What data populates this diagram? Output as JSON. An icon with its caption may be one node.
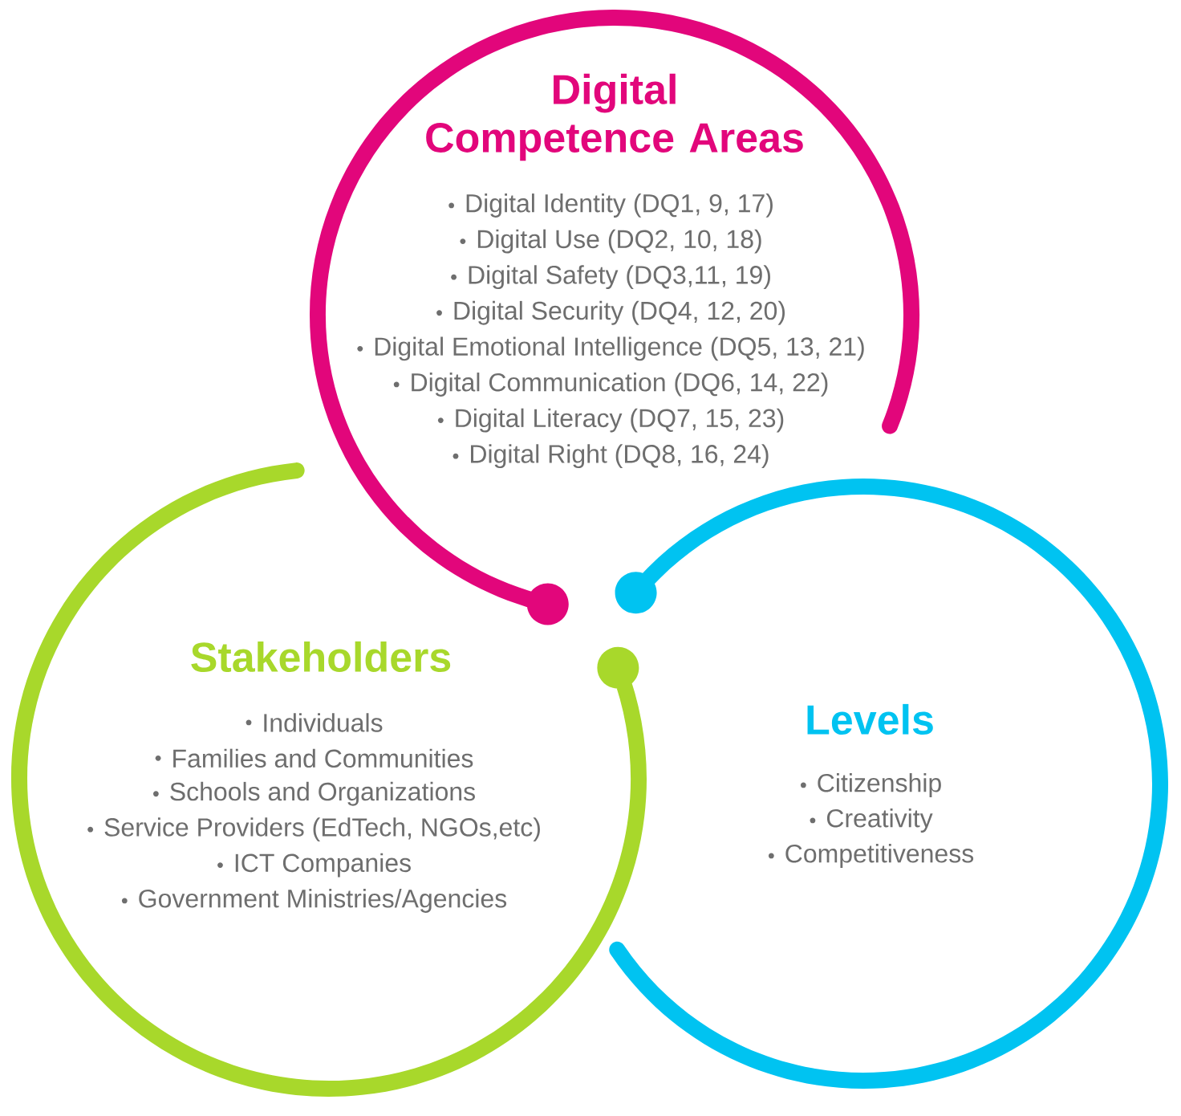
{
  "diagram": {
    "nodes": [
      {
        "text": [
          "Digital Competence Areas",
          "Digital Identity (DQ1, 9, 17)",
          "Digital Use (DQ2, 10, 18)",
          "Digital Safety (DQ3,11, 19)",
          "Digital Security (DQ4, 12, 20)",
          "Digital Emotional Intelligence (DQ5, 13, 21)",
          "Digital Communication (DQ6, 14, 22)",
          "Digital Literacy (DQ7, 15, 23)",
          "Digital Right (DQ8, 16, 24)"
        ]
      },
      {
        "text": [
          "Stakeholders",
          "Individuals",
          "Families and Communities",
          "Schools and Organizations",
          "Service Providers (EdTech, NGOs,etc)",
          "ICT Companies",
          "Government Ministries/Agencies"
        ]
      },
      {
        "text": [
          "Levels",
          "Citizenship",
          "Creativity",
          "Competitiveness"
        ]
      }
    ]
  }
}
